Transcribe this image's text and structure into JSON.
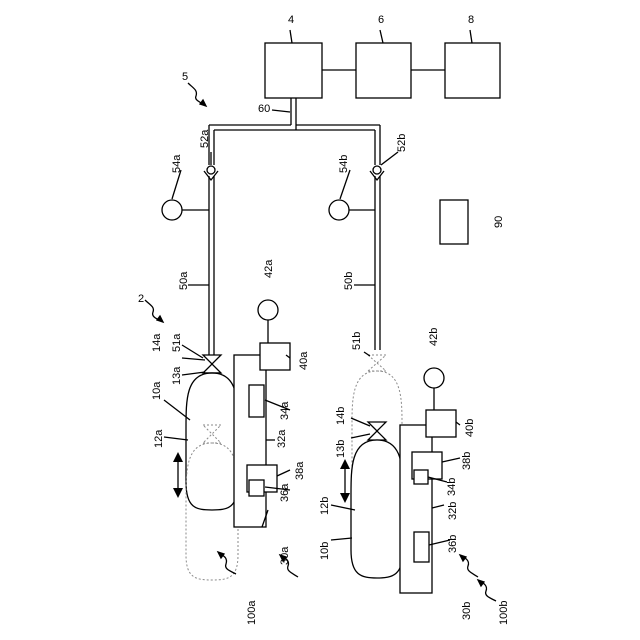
{
  "labels": {
    "l4": "4",
    "l6": "6",
    "l8": "8",
    "l5": "5",
    "l60": "60",
    "l52a": "52a",
    "l52b": "52b",
    "l54a": "54a",
    "l54b": "54b",
    "l90": "90",
    "l50a": "50a",
    "l50b": "50b",
    "l42a": "42a",
    "l42b": "42b",
    "l2": "2",
    "l14a": "14a",
    "l51a": "51a",
    "l13a": "13a",
    "l10a": "10a",
    "l12a": "12a",
    "l34a": "34a",
    "l32a": "32a",
    "l40a": "40a",
    "l38a": "38a",
    "l36a": "36a",
    "l30a": "30a",
    "l100a": "100a",
    "l51b": "51b",
    "l14b": "14b",
    "l13b": "13b",
    "l40b": "40b",
    "l38b": "38b",
    "l34b": "34b",
    "l12b": "12b",
    "l10b": "10b",
    "l32b": "32b",
    "l36b": "36b",
    "l30b": "30b",
    "l100b": "100b"
  }
}
